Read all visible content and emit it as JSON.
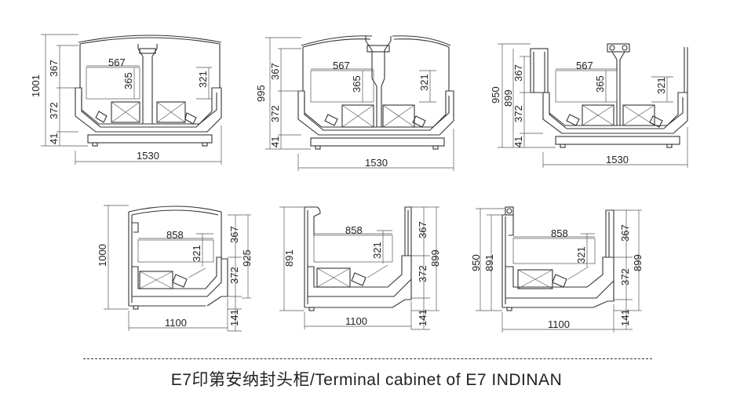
{
  "caption": "E7印第安纳封头柜/Terminal cabinet of E7 INDINAN",
  "views": [
    {
      "id": "top-left",
      "height": "1001",
      "upper": "367",
      "lower": "372",
      "base": "41",
      "inner_w": "567",
      "inner_h1": "365",
      "inner_h2": "321",
      "width": "1530"
    },
    {
      "id": "top-middle",
      "height": "995",
      "upper": "367",
      "lower": "372",
      "base": "41",
      "inner_w": "567",
      "inner_h1": "365",
      "inner_h2": "321",
      "width": "1530"
    },
    {
      "id": "top-right",
      "height": "950",
      "height2": "899",
      "upper": "367",
      "lower": "372",
      "base": "41",
      "inner_w": "567",
      "inner_h1": "365",
      "inner_h2": "321",
      "width": "1530"
    },
    {
      "id": "bottom-left",
      "height": "1000",
      "inner_w": "858",
      "inner_h": "321",
      "right_upper": "367",
      "right_lower": "372",
      "right_total": "925",
      "base": "141",
      "width": "1100"
    },
    {
      "id": "bottom-middle",
      "height": "891",
      "inner_w": "858",
      "inner_h": "321",
      "right_upper": "367",
      "right_total": "899",
      "right_lower": "372",
      "base": "141",
      "width": "1100"
    },
    {
      "id": "bottom-right",
      "height": "950",
      "height2": "891",
      "inner_w": "858",
      "inner_h": "321",
      "right_upper": "367",
      "right_total": "899",
      "right_lower": "372",
      "base": "141",
      "width": "1100"
    }
  ]
}
